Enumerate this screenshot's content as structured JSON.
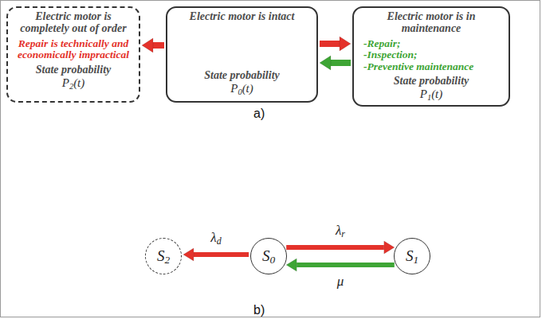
{
  "diagram": {
    "nodes": [
      {
        "text": [
          "Electric motor is completely out of order",
          "Repair is technically and economically impractical",
          "State probability",
          "P2(t)"
        ]
      },
      {
        "text": [
          "Electric motor is intact",
          "State probability",
          "P0(t)"
        ]
      },
      {
        "text": [
          "Electric motor is in maintenance",
          "-Repair;",
          "-Inspection;",
          "-Preventive maintenance",
          "State probability",
          "P1(t)"
        ]
      },
      {
        "text": [
          "S2"
        ]
      },
      {
        "text": [
          "S0"
        ]
      },
      {
        "text": [
          "S1"
        ]
      }
    ],
    "edges": [
      {
        "from": 1,
        "to": 0,
        "arrow": "to"
      },
      {
        "from": 1,
        "to": 2,
        "arrow": "to"
      },
      {
        "from": 2,
        "to": 1,
        "arrow": "to"
      },
      {
        "from": 4,
        "to": 3,
        "arrow": "to",
        "label": "λd"
      },
      {
        "from": 4,
        "to": 5,
        "arrow": "to",
        "label": "λr"
      },
      {
        "from": 5,
        "to": 4,
        "arrow": "to",
        "label": "μ"
      }
    ],
    "labels": [
      "a)",
      "b)"
    ]
  }
}
